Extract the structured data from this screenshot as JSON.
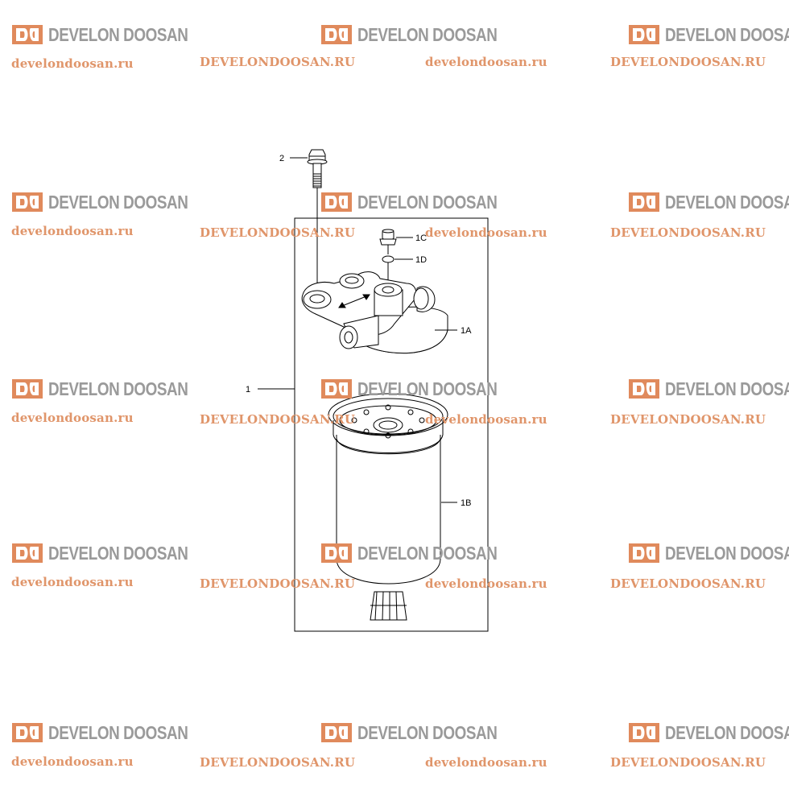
{
  "watermark": {
    "brand": "DEVELON DOOSAN",
    "url_lower": "develondoosan.ru",
    "url_upper": "DEVELONDOOSAN.RU",
    "logo_color": "#e08a5c",
    "brand_color": "#9a9a9a",
    "url_color": "#e0956a"
  },
  "diagram": {
    "callouts": {
      "item_1": "1",
      "item_2": "2",
      "item_1a": "1A",
      "item_1b": "1B",
      "item_1c": "1C",
      "item_1d": "1D"
    }
  }
}
